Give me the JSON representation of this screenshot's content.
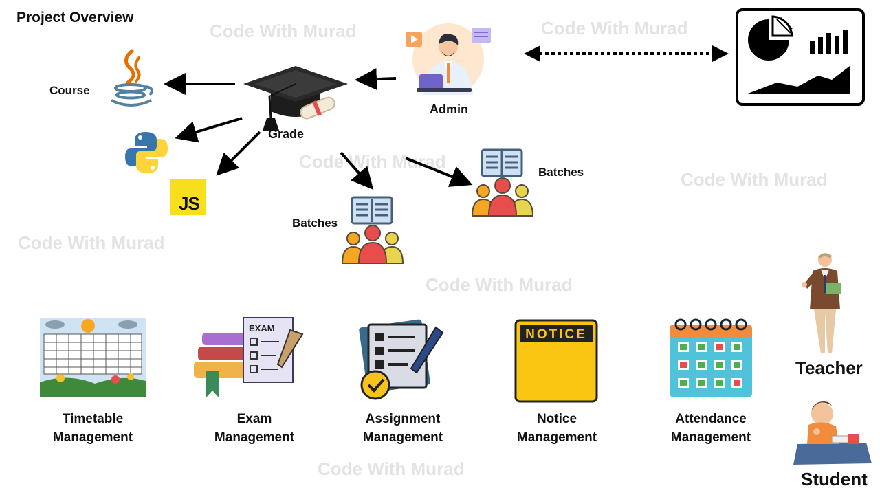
{
  "title": "Project Overview",
  "watermark": "Code With Murad",
  "nodes": {
    "admin": "Admin",
    "grade": "Grade",
    "course": "Course",
    "batches_a": "Batches",
    "batches_b": "Batches",
    "teacher": "Teacher",
    "student": "Student",
    "js_logo": "JS"
  },
  "modules": [
    {
      "line1": "Timetable",
      "line2": "Management"
    },
    {
      "line1": "Exam",
      "line2": "Management",
      "book_text": "EXAM"
    },
    {
      "line1": "Assignment",
      "line2": "Management"
    },
    {
      "line1": "Notice",
      "line2": "Management",
      "board_text": "NOTICE"
    },
    {
      "line1": "Attendance",
      "line2": "Management"
    }
  ],
  "colors": {
    "js_yellow": "#f7df1e",
    "python_blue": "#3776ab",
    "python_yellow": "#ffd43b",
    "notice_yellow": "#fbc612",
    "accent_red": "#e84c4c"
  }
}
